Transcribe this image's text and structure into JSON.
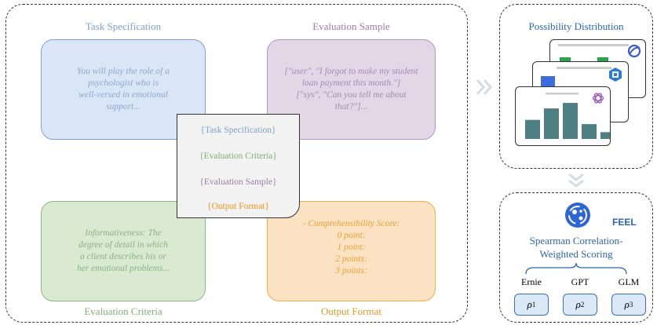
{
  "left_panel": {
    "task_spec": {
      "title": "Task Specification",
      "lines": [
        "You will play the role of a",
        "psychologist who is",
        "well-versed in emotional",
        "support..."
      ]
    },
    "eval_sample": {
      "title": "Evaluation Sample",
      "lines": [
        "[\"user\", \"I forgot to make my student",
        "loan payment this month.\"]",
        "[\"sys\", \"Can you tell me about",
        "that?\"]..."
      ]
    },
    "eval_criteria": {
      "title": "Evaluation Criteria",
      "lines": [
        "Informativeness: The",
        "degree of detail in which",
        "a client describes his or",
        "her emotional problems..."
      ]
    },
    "output_format": {
      "title": "Output Format",
      "lines": [
        "- Comprehensibility Score:",
        "0 point:",
        "1 point:",
        "2 points:",
        "3 points:"
      ]
    },
    "prompt_template": {
      "items": [
        "{Task Specification}",
        "{Evaluation Criteria}",
        "{Evaluation Sample}",
        "{Output Format}"
      ]
    }
  },
  "right_top": {
    "title": "Possibility Distribution",
    "bars": [
      0.45,
      0.72,
      0.85,
      0.35,
      0.16
    ]
  },
  "right_bottom": {
    "logo_text": "FEEL",
    "caption_line1": "Spearman Correlation-",
    "caption_line2": "Weighted Scoring",
    "models": [
      {
        "name": "Ernie",
        "rho_sub": "1"
      },
      {
        "name": "GPT",
        "rho_sub": "2"
      },
      {
        "name": "GLM",
        "rho_sub": "3"
      }
    ],
    "rho_symbol": "ρ"
  },
  "colors": {
    "blue_fill": "#dae6f5",
    "blue_border": "#7fa3d1",
    "blue_text": "#7f9fcb",
    "purple_fill": "#e2d6e7",
    "purple_border": "#b196bd",
    "purple_text": "#9c7aac",
    "green_fill": "#d9e9d2",
    "green_border": "#8cb87b",
    "green_text": "#84ad74",
    "orange_fill": "#fbe2c2",
    "orange_border": "#f0ab4a",
    "orange_text": "#e5971f",
    "bar": "#4e7f82",
    "title_blue": "#2d64b3"
  }
}
